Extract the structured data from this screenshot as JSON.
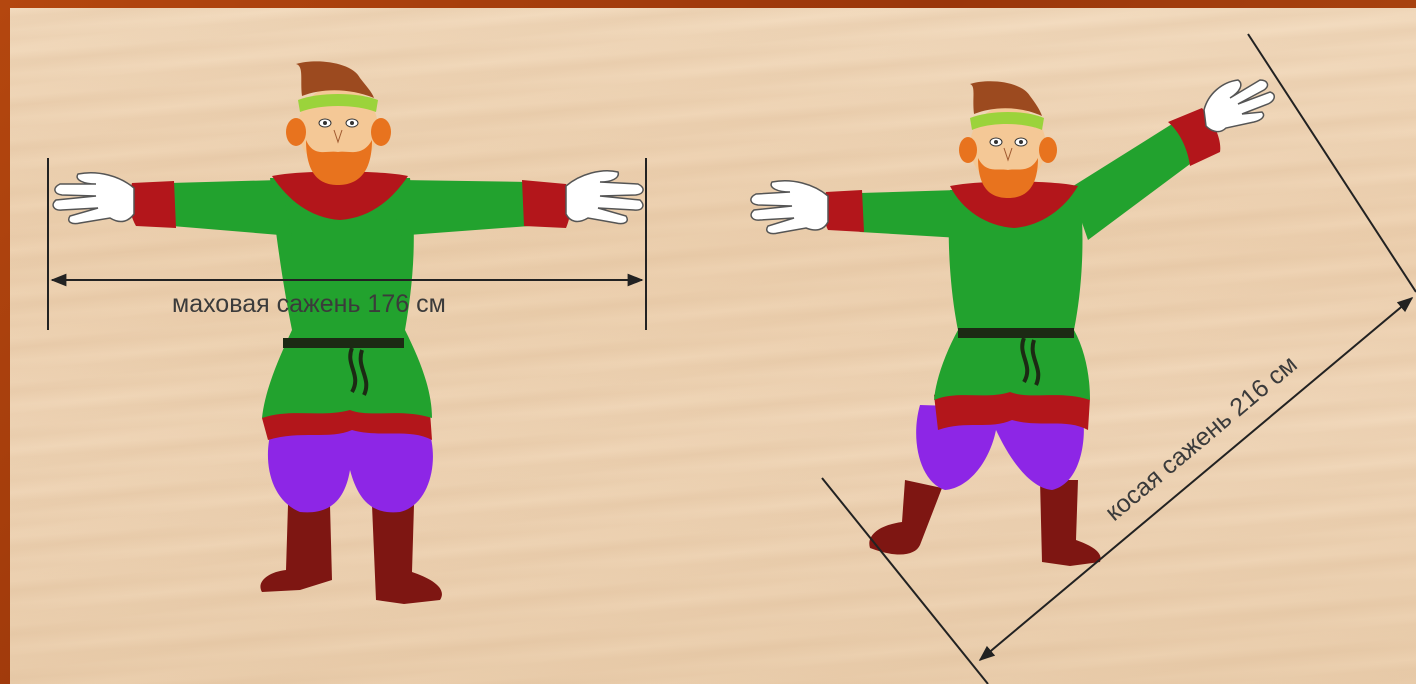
{
  "measurements": {
    "straight": {
      "label": "маховая сажень 176 см"
    },
    "oblique": {
      "label": "косая сажень 216 см"
    }
  },
  "colors": {
    "shirt": "#22a22e",
    "collar": "#b3161b",
    "trousers": "#8d26e6",
    "boots": "#7e1612",
    "hat": "#9c4a1f",
    "headband": "#9bd33b",
    "beard": "#e8731e",
    "skin": "#f4c896",
    "line": "#222222",
    "background": "#efd5b6",
    "frame": "#a8420f"
  },
  "icons": [
    "peasant-figure-straight",
    "peasant-figure-oblique",
    "arrow-head"
  ]
}
